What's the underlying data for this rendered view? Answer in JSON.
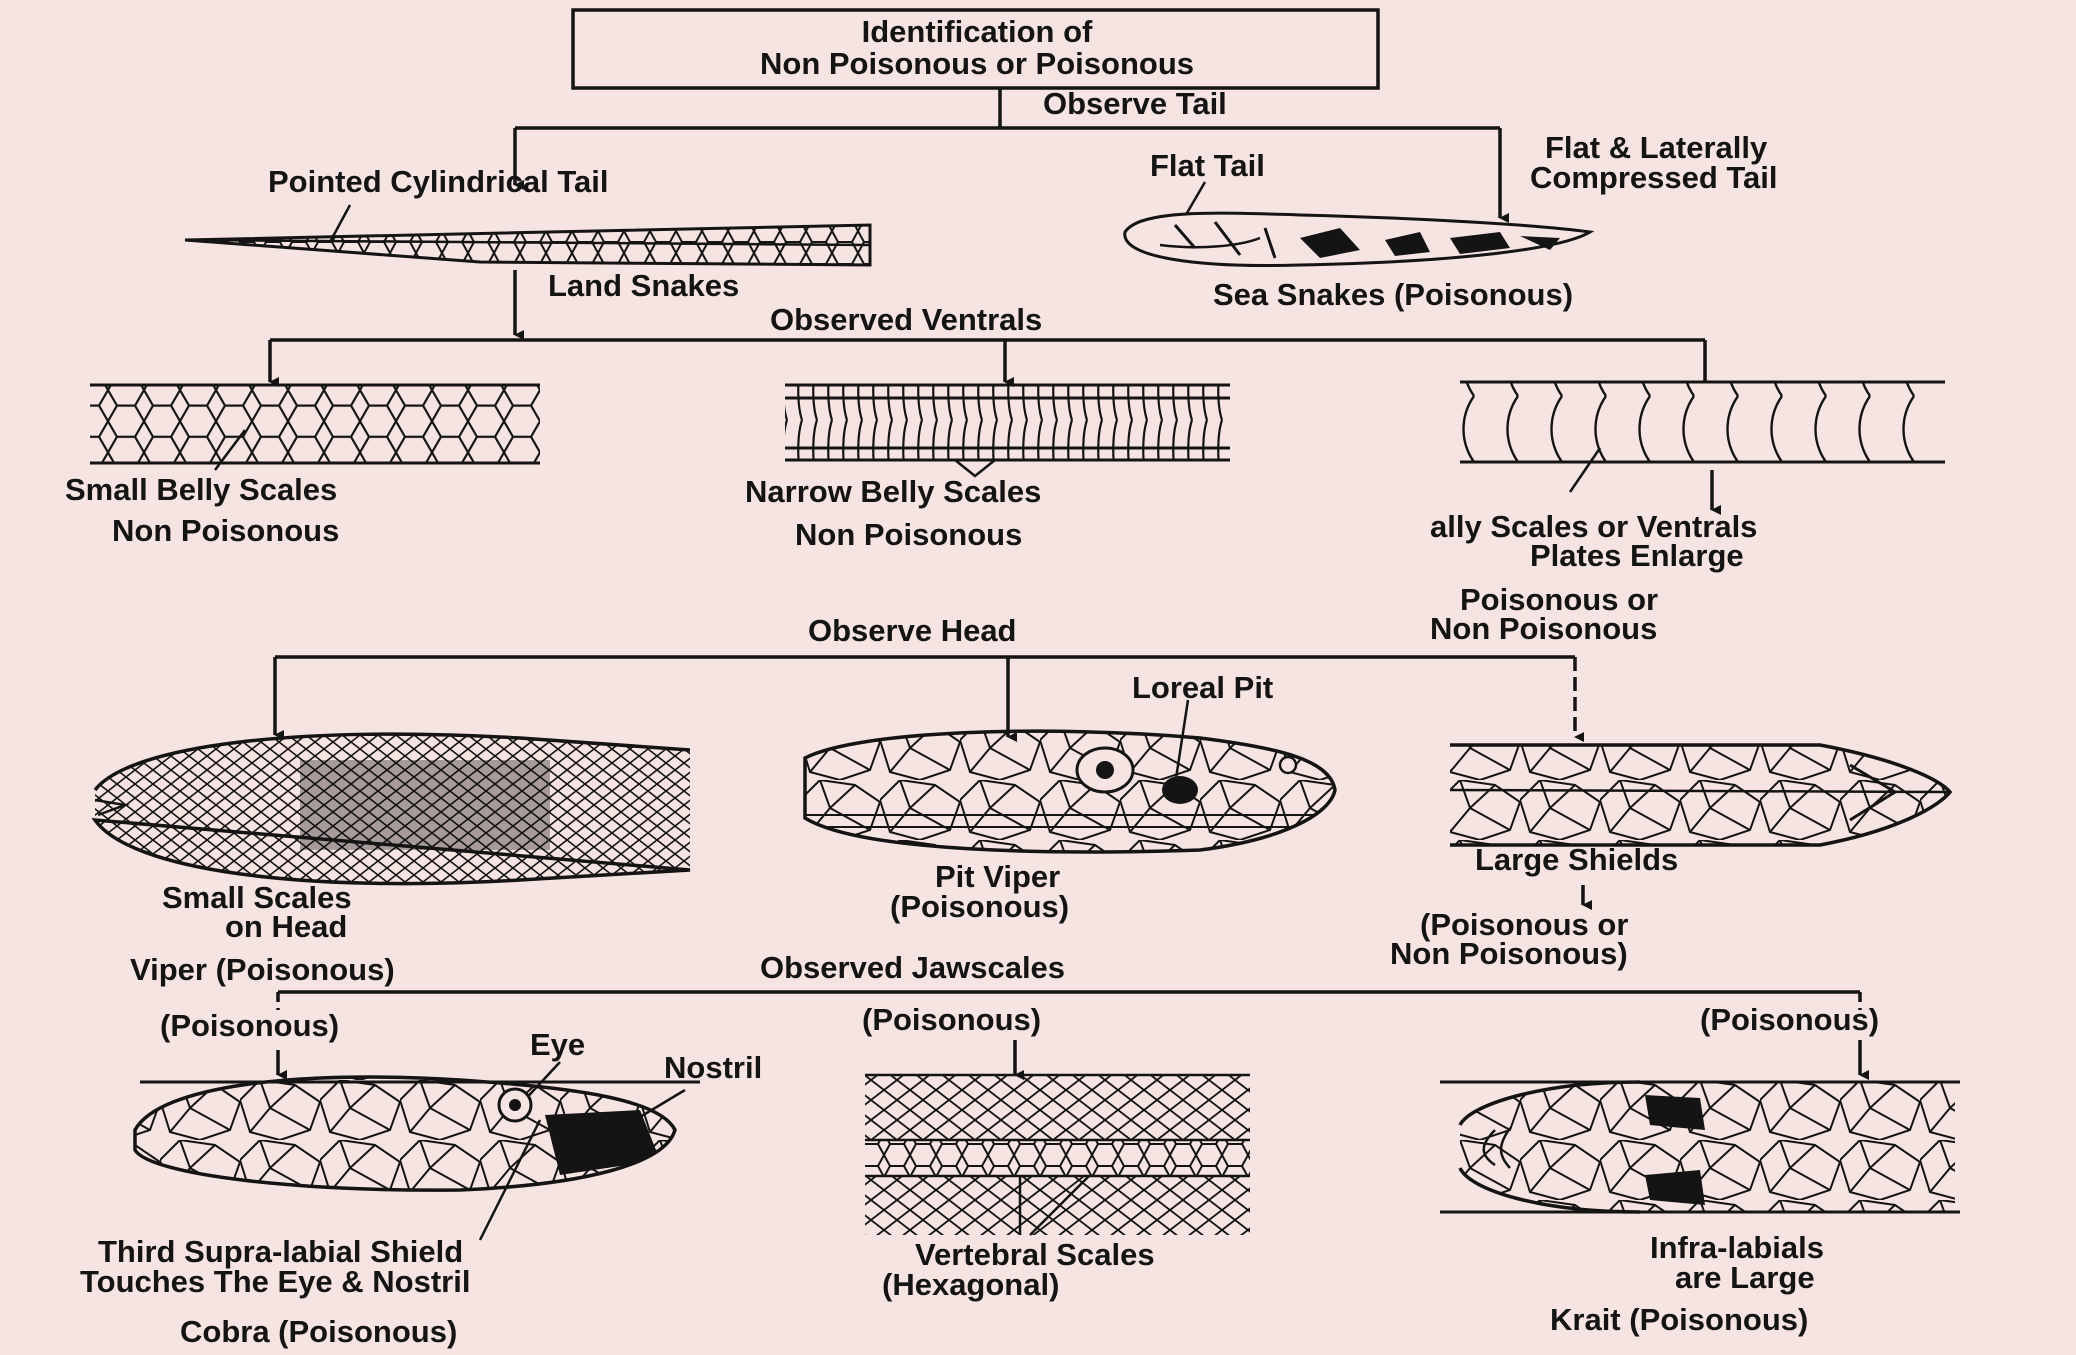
{
  "title": {
    "line1": "Identification of",
    "line2": "Non Poisonous or Poisonous"
  },
  "tail": {
    "step": "Observe Tail",
    "pointed": "Pointed Cylindrical Tail",
    "flat": "Flat Tail",
    "flat_lateral_line1": "Flat & Laterally",
    "flat_lateral_line2": "Compressed Tail",
    "land": "Land Snakes",
    "sea": "Sea Snakes (Poisonous)"
  },
  "ventrals": {
    "step": "Observed Ventrals",
    "small_belly": "Small Belly Scales",
    "small_belly_result": "Non Poisonous",
    "narrow_belly": "Narrow Belly Scales",
    "narrow_belly_result": "Non Poisonous",
    "enlarged_line1": "ally Scales or Ventrals",
    "enlarged_line2": "Plates Enlarge",
    "enlarged_result_line1": "Poisonous or",
    "enlarged_result_line2": "Non Poisonous"
  },
  "head": {
    "step": "Observe Head",
    "loreal_pit": "Loreal Pit",
    "small_scales_line1": "Small Scales",
    "small_scales_line2": "on Head",
    "viper": "Viper (Poisonous)",
    "pit_viper_line1": "Pit Viper",
    "pit_viper_line2": "(Poisonous)",
    "large_shields": "Large Shields",
    "large_shields_result_line1": "(Poisonous or",
    "large_shields_result_line2": "Non Poisonous)"
  },
  "jaw": {
    "step": "Observed Jawscales",
    "left_tag": "(Poisonous)",
    "mid_tag": "(Poisonous)",
    "right_tag": "(Poisonous)",
    "eye": "Eye",
    "nostril": "Nostril",
    "cobra_line1": "Third Supra-labial Shield",
    "cobra_line2": "Touches The Eye & Nostril",
    "cobra": "Cobra (Poisonous)",
    "vertebral_line1": "Vertebral  Scales",
    "vertebral_line2": "(Hexagonal)",
    "krait_line1": "Infra-labials",
    "krait_line2": "are Large",
    "krait": "Krait (Poisonous)"
  }
}
